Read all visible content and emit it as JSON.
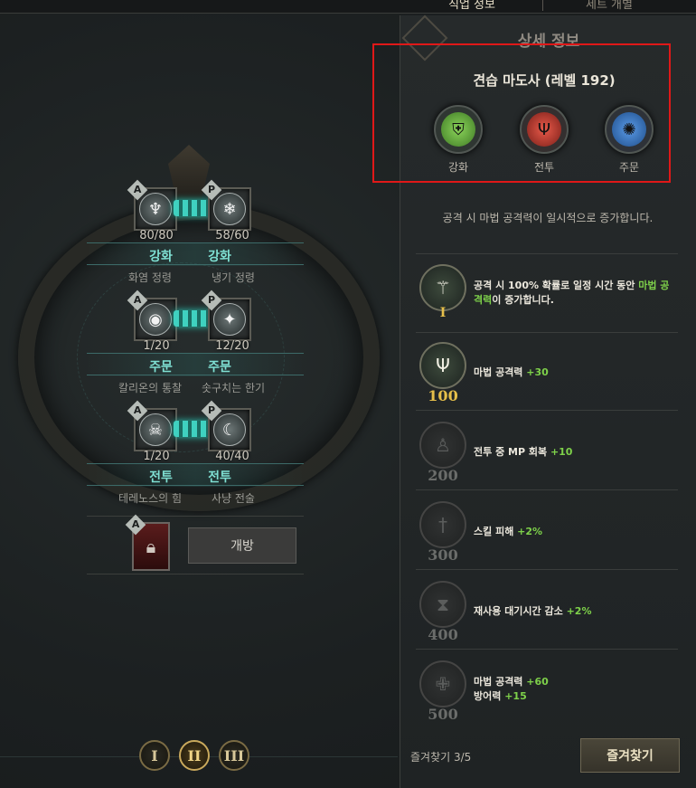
{
  "header": {
    "tab_left": "직업 정보",
    "tab_right": "세트 개별"
  },
  "detail_panel": {
    "title": "상세 정보",
    "class_name": "견습 마도사 (레벨 192)",
    "emblems": [
      {
        "label": "강화",
        "icon": "helmet-icon",
        "color": "#6fc448"
      },
      {
        "label": "전투",
        "icon": "trident-icon",
        "color": "#d94a3c"
      },
      {
        "label": "주문",
        "icon": "rune-icon",
        "color": "#4a8ad6"
      }
    ],
    "description": "공격 시 마법 공격력이 일시적으로 증가합니다.",
    "bonuses": [
      {
        "level": "I",
        "icon": "staff-icon",
        "unlocked": true,
        "segments": [
          {
            "text": "공격 시 100% 확률로 일정 시간 동안 ",
            "green": false
          },
          {
            "text": "마법 공격력",
            "green": true
          },
          {
            "text": "이 증가합니다.",
            "green": false
          }
        ]
      },
      {
        "level": "100",
        "icon": "trident-icon",
        "unlocked": true,
        "segments": [
          {
            "text": "마법 공격력 ",
            "green": false
          },
          {
            "text": "+30",
            "green": true
          }
        ]
      },
      {
        "level": "200",
        "icon": "figure-icon",
        "unlocked": false,
        "segments": [
          {
            "text": "전투 중 MP 회복 ",
            "green": false
          },
          {
            "text": "+10",
            "green": true
          }
        ]
      },
      {
        "level": "300",
        "icon": "sword-icon",
        "unlocked": false,
        "segments": [
          {
            "text": "스킬 피해 ",
            "green": false
          },
          {
            "text": "+2%",
            "green": true
          }
        ]
      },
      {
        "level": "400",
        "icon": "hourglass-icon",
        "unlocked": false,
        "segments": [
          {
            "text": "재사용 대기시간 감소 ",
            "green": false
          },
          {
            "text": "+2%",
            "green": true
          }
        ]
      },
      {
        "level": "500",
        "icon": "cross-icon",
        "unlocked": false,
        "segments": [
          {
            "text": "마법 공격력 ",
            "green": false
          },
          {
            "text": "+60",
            "green": true
          },
          {
            "text": "\n방어력 ",
            "green": false
          },
          {
            "text": "+15",
            "green": true
          }
        ]
      }
    ],
    "favorites": {
      "count_label": "즐겨찾기 3/5",
      "button_label": "즐겨찾기"
    }
  },
  "skill_tree": {
    "pairs": [
      {
        "a_tag": "A",
        "p_tag": "P",
        "a_count": "80/80",
        "p_count": "58/60",
        "type_left": "강화",
        "type_right": "강화",
        "name_left": "화염 정령",
        "name_right": "냉기 정령",
        "a_icon": "fire-spirit-icon",
        "p_icon": "ice-spirit-icon"
      },
      {
        "a_tag": "A",
        "p_tag": "P",
        "a_count": "1/20",
        "p_count": "12/20",
        "type_left": "주문",
        "type_right": "주문",
        "name_left": "칼리온의 통찰",
        "name_right": "솟구치는 한기",
        "a_icon": "eye-icon",
        "p_icon": "ice-spike-icon"
      },
      {
        "a_tag": "A",
        "p_tag": "P",
        "a_count": "1/20",
        "p_count": "40/40",
        "type_left": "전투",
        "type_right": "전투",
        "name_left": "테레노스의 힘",
        "name_right": "사냥 전술",
        "a_icon": "beast-icon",
        "p_icon": "wolf-icon"
      }
    ],
    "lock": {
      "tag": "A",
      "button_label": "개방"
    }
  },
  "pages": [
    "I",
    "II",
    "III"
  ]
}
